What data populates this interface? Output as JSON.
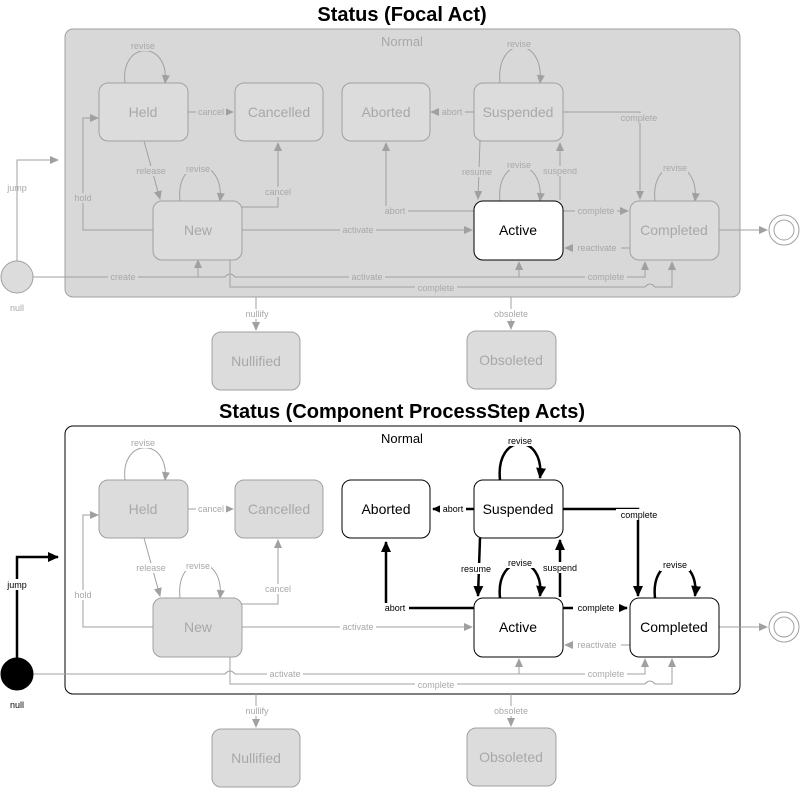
{
  "colors": {
    "faded_stroke": "#a0a0a0",
    "faded_fill": "#dcdcdc",
    "faded_text": "#a8a8a8",
    "container_fill": "#d8d8d8",
    "active_stroke": "#000000",
    "active_fill": "#ffffff"
  },
  "diagrams": [
    {
      "title": "Status (Focal Act)",
      "container_label": "Normal",
      "states": {
        "held": "Held",
        "cancelled": "Cancelled",
        "aborted": "Aborted",
        "suspended": "Suspended",
        "new": "New",
        "active": "Active",
        "completed": "Completed",
        "nullified": "Nullified",
        "obsoleted": "Obsoleted"
      },
      "null_label": "null",
      "edges": {
        "held_revise": "revise",
        "held_cancel": "cancel",
        "release": "release",
        "new_revise": "revise",
        "new_cancel": "cancel",
        "hold": "hold",
        "jump": "jump",
        "create": "create",
        "suspended_revise": "revise",
        "abort_top": "abort",
        "susp_complete": "complete",
        "resume": "resume",
        "suspend": "suspend",
        "active_revise": "revise",
        "abort_bottom": "abort",
        "complete": "complete",
        "reactivate": "reactivate",
        "completed_revise": "revise",
        "activate": "activate",
        "null_activate": "activate",
        "null_complete": "complete",
        "new_complete": "complete",
        "nullify": "nullify",
        "obsolete": "obsolete"
      }
    },
    {
      "title": "Status (Component ProcessStep Acts)",
      "container_label": "Normal",
      "states": {
        "held": "Held",
        "cancelled": "Cancelled",
        "aborted": "Aborted",
        "suspended": "Suspended",
        "new": "New",
        "active": "Active",
        "completed": "Completed",
        "nullified": "Nullified",
        "obsoleted": "Obsoleted"
      },
      "null_label": "null",
      "edges": {
        "held_revise": "revise",
        "held_cancel": "cancel",
        "release": "release",
        "new_revise": "revise",
        "new_cancel": "cancel",
        "hold": "hold",
        "jump": "jump",
        "suspended_revise": "revise",
        "abort_top": "abort",
        "susp_complete": "complete",
        "resume": "resume",
        "suspend": "suspend",
        "active_revise": "revise",
        "abort_bottom": "abort",
        "complete": "complete",
        "reactivate": "reactivate",
        "completed_revise": "revise",
        "activate": "activate",
        "null_activate": "activate",
        "null_complete": "complete",
        "new_complete": "complete",
        "nullify": "nullify",
        "obsolete": "obsolete"
      }
    }
  ]
}
